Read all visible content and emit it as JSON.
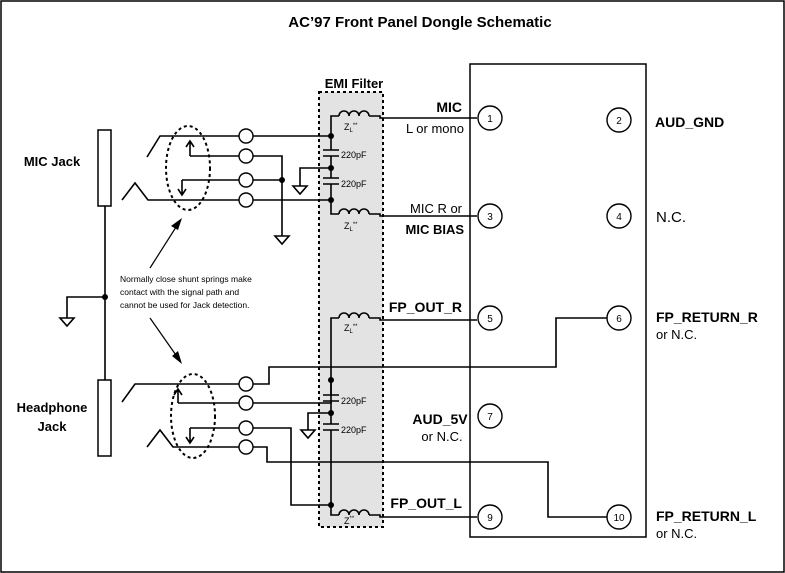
{
  "title": "AC’97 Front Panel Dongle Schematic",
  "emi_filter_label": "EMI Filter",
  "mic_jack_label": "MIC Jack",
  "headphone_jack_label_line1": "Headphone",
  "headphone_jack_label_line2": "Jack",
  "note_lines": [
    "Normally close shunt springs make",
    "contact with the signal path and",
    "cannot be used for Jack detection."
  ],
  "components": {
    "inductor_label": "Z",
    "inductor_subscript": "L",
    "inductor_suffix": "**",
    "cap_label": "220pF"
  },
  "pins": [
    {
      "number": "1",
      "label": "MIC",
      "sublabel": "L or mono"
    },
    {
      "number": "2",
      "label": "AUD_GND",
      "sublabel": ""
    },
    {
      "number": "3",
      "label": "MIC BIAS",
      "sublabel": "MIC R or"
    },
    {
      "number": "4",
      "label": "N.C.",
      "sublabel": ""
    },
    {
      "number": "5",
      "label": "FP_OUT_R",
      "sublabel": ""
    },
    {
      "number": "6",
      "label": "FP_RETURN_R",
      "sublabel": "or N.C."
    },
    {
      "number": "7",
      "label": "AUD_5V",
      "sublabel": "or N.C."
    },
    {
      "number": "9",
      "label": "FP_OUT_L",
      "sublabel": ""
    },
    {
      "number": "10",
      "label": "FP_RETURN_L",
      "sublabel": "or N.C."
    }
  ]
}
